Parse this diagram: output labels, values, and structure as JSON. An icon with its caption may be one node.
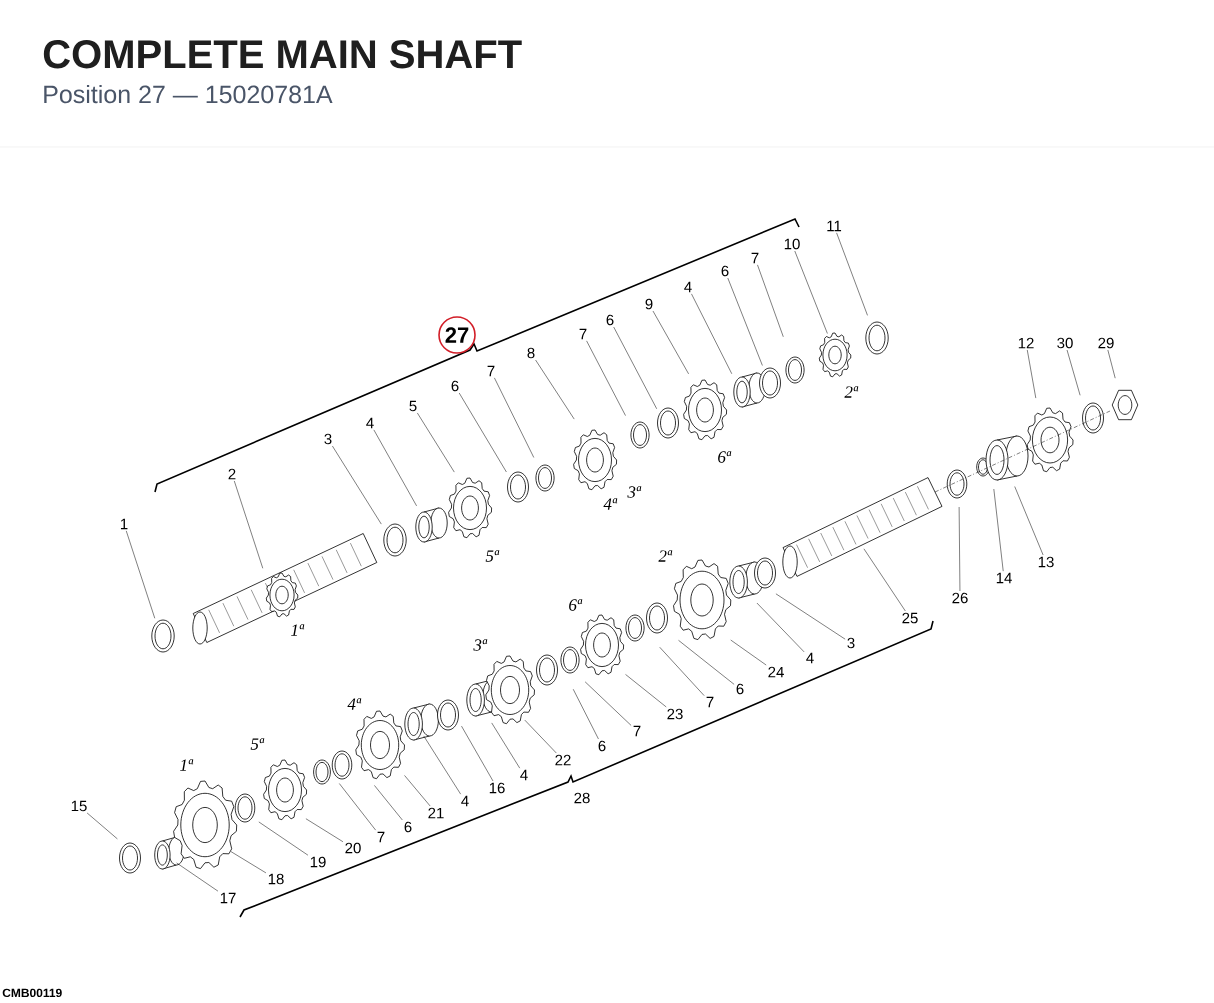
{
  "diagram": {
    "title": "COMPLETE MAIN SHAFT",
    "nodes": [
      {
        "text": [
          "27"
        ]
      },
      {
        "text": [
          "1"
        ]
      },
      {
        "text": [
          "2"
        ]
      },
      {
        "text": [
          "3"
        ]
      },
      {
        "text": [
          "4"
        ]
      },
      {
        "text": [
          "5"
        ]
      },
      {
        "text": [
          "6"
        ]
      },
      {
        "text": [
          "7"
        ]
      },
      {
        "text": [
          "8"
        ]
      },
      {
        "text": [
          "7"
        ]
      },
      {
        "text": [
          "6"
        ]
      },
      {
        "text": [
          "9"
        ]
      },
      {
        "text": [
          "4"
        ]
      },
      {
        "text": [
          "6"
        ]
      },
      {
        "text": [
          "7"
        ]
      },
      {
        "text": [
          "10"
        ]
      },
      {
        "text": [
          "11"
        ]
      },
      {
        "text": [
          "12"
        ]
      },
      {
        "text": [
          "30"
        ]
      },
      {
        "text": [
          "29"
        ]
      },
      {
        "text": [
          "13"
        ]
      },
      {
        "text": [
          "14"
        ]
      },
      {
        "text": [
          "26"
        ]
      },
      {
        "text": [
          "25"
        ]
      },
      {
        "text": [
          "3"
        ]
      },
      {
        "text": [
          "4"
        ]
      },
      {
        "text": [
          "24"
        ]
      },
      {
        "text": [
          "6"
        ]
      },
      {
        "text": [
          "7"
        ]
      },
      {
        "text": [
          "23"
        ]
      },
      {
        "text": [
          "7"
        ]
      },
      {
        "text": [
          "6"
        ]
      },
      {
        "text": [
          "22"
        ]
      },
      {
        "text": [
          "4"
        ]
      },
      {
        "text": [
          "16"
        ]
      },
      {
        "text": [
          "4"
        ]
      },
      {
        "text": [
          "21"
        ]
      },
      {
        "text": [
          "6"
        ]
      },
      {
        "text": [
          "7"
        ]
      },
      {
        "text": [
          "20"
        ]
      },
      {
        "text": [
          "19"
        ]
      },
      {
        "text": [
          "18"
        ]
      },
      {
        "text": [
          "17"
        ]
      },
      {
        "text": [
          "15"
        ]
      }
    ],
    "edges": [
      {
        "from": 1,
        "to": null,
        "arrow": "none"
      },
      {
        "from": 2,
        "to": null,
        "arrow": "none"
      },
      {
        "from": 3,
        "to": null,
        "arrow": "none"
      },
      {
        "from": 4,
        "to": null,
        "arrow": "none"
      },
      {
        "from": 5,
        "to": null,
        "arrow": "none"
      },
      {
        "from": 6,
        "to": null,
        "arrow": "none"
      },
      {
        "from": 7,
        "to": null,
        "arrow": "none"
      },
      {
        "from": 8,
        "to": null,
        "arrow": "none"
      },
      {
        "from": 9,
        "to": null,
        "arrow": "none"
      },
      {
        "from": 10,
        "to": null,
        "arrow": "none"
      },
      {
        "from": 11,
        "to": null,
        "arrow": "none"
      },
      {
        "from": 12,
        "to": null,
        "arrow": "none"
      },
      {
        "from": 13,
        "to": null,
        "arrow": "none"
      },
      {
        "from": 14,
        "to": null,
        "arrow": "none"
      },
      {
        "from": 15,
        "to": null,
        "arrow": "none"
      },
      {
        "from": 16,
        "to": null,
        "arrow": "none"
      },
      {
        "from": 17,
        "to": null,
        "arrow": "none"
      },
      {
        "from": 18,
        "to": null,
        "arrow": "none"
      },
      {
        "from": 19,
        "to": null,
        "arrow": "none"
      },
      {
        "from": 20,
        "to": null,
        "arrow": "none"
      },
      {
        "from": 21,
        "to": null,
        "arrow": "none"
      },
      {
        "from": 22,
        "to": null,
        "arrow": "none"
      },
      {
        "from": 23,
        "to": null,
        "arrow": "none"
      },
      {
        "from": 24,
        "to": null,
        "arrow": "none"
      },
      {
        "from": 25,
        "to": null,
        "arrow": "none"
      },
      {
        "from": 26,
        "to": null,
        "arrow": "none"
      },
      {
        "from": 27,
        "to": null,
        "arrow": "none"
      },
      {
        "from": 28,
        "to": null,
        "arrow": "none"
      },
      {
        "from": 29,
        "to": null,
        "arrow": "none"
      },
      {
        "from": 30,
        "to": null,
        "arrow": "none"
      },
      {
        "from": 31,
        "to": null,
        "arrow": "none"
      },
      {
        "from": 32,
        "to": null,
        "arrow": "none"
      },
      {
        "from": 33,
        "to": null,
        "arrow": "none"
      },
      {
        "from": 34,
        "to": null,
        "arrow": "none"
      },
      {
        "from": 35,
        "to": null,
        "arrow": "none"
      },
      {
        "from": 36,
        "to": null,
        "arrow": "none"
      },
      {
        "from": 37,
        "to": null,
        "arrow": "none"
      },
      {
        "from": 38,
        "to": null,
        "arrow": "none"
      },
      {
        "from": 39,
        "to": null,
        "arrow": "none"
      },
      {
        "from": 40,
        "to": null,
        "arrow": "none"
      },
      {
        "from": 41,
        "to": null,
        "arrow": "none"
      },
      {
        "from": 42,
        "to": null,
        "arrow": "none"
      },
      {
        "from": 43,
        "to": null,
        "arrow": "none"
      }
    ],
    "labels": [
      "Position 27 — 15020781A",
      "1ª",
      "5ª",
      "4ª",
      "3ª",
      "6ª",
      "2ª",
      "2ª",
      "6ª",
      "3ª",
      "4ª",
      "5ª",
      "1ª",
      "28",
      "CMB00119"
    ]
  }
}
